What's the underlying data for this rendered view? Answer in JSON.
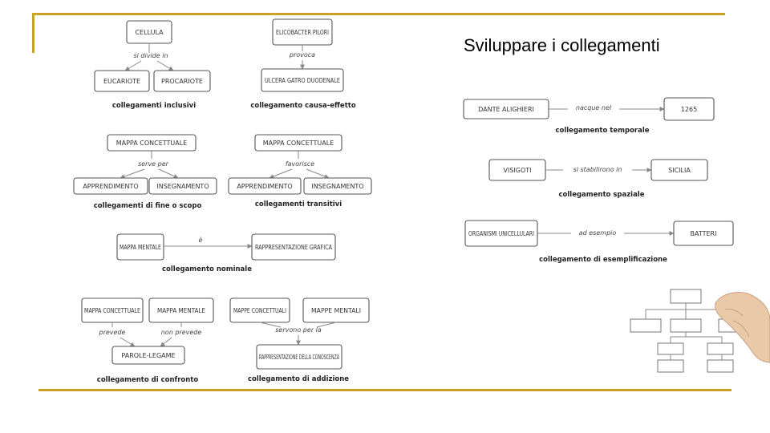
{
  "title": "Sviluppare i collegamenti",
  "colors": {
    "accent_rule": "#c9a227"
  },
  "diagrams": {
    "inclusivi": {
      "top": "CELLULA",
      "link": "si divide in",
      "left": "EUCARIOTE",
      "right": "PROCARIOTE",
      "caption": "collegamenti inclusivi"
    },
    "causa": {
      "top": "ELICOBACTER PILORI",
      "link": "provoca",
      "bottom": "ULCERA GATRO DUODENALE",
      "caption": "collegamento causa-effetto"
    },
    "scopo": {
      "top": "MAPPA CONCETTUALE",
      "link": "serve per",
      "left": "APPRENDIMENTO",
      "right": "INSEGNAMENTO",
      "caption": "collegamenti di fine o scopo"
    },
    "transitivi": {
      "top": "MAPPA CONCETTUALE",
      "link": "favorisce",
      "left": "APPRENDIMENTO",
      "right": "INSEGNAMENTO",
      "caption": "collegamenti transitivi"
    },
    "nominale": {
      "left": "MAPPA MENTALE",
      "link": "è",
      "right": "RAPPRESENTAZIONE GRAFICA",
      "caption": "collegamento nominale"
    },
    "confronto": {
      "left": "MAPPA CONCETTUALE",
      "right": "MAPPA MENTALE",
      "link_left": "prevede",
      "link_right": "non prevede",
      "bottom": "PAROLE-LEGAME",
      "caption": "collegamento di confronto"
    },
    "addizione": {
      "left": "MAPPE CONCETTUALI",
      "right": "MAPPE MENTALI",
      "link": "servono per la",
      "bottom": "RAPPRESENTAZIONE DELLA CONOSCENZA",
      "caption": "collegamento di addizione"
    },
    "temporale": {
      "left": "DANTE ALIGHIERI",
      "link": "nacque nel",
      "right": "1265",
      "caption": "collegamento temporale"
    },
    "spaziale": {
      "left": "VISIGOTI",
      "link": "si stabilirono in",
      "right": "SICILIA",
      "caption": "collegamento spaziale"
    },
    "esemplificazione": {
      "left": "ORGANISMI UNICELLULARI",
      "link": "ad esempio",
      "right": "BATTERI",
      "caption": "collegamento di esemplificazione"
    }
  }
}
